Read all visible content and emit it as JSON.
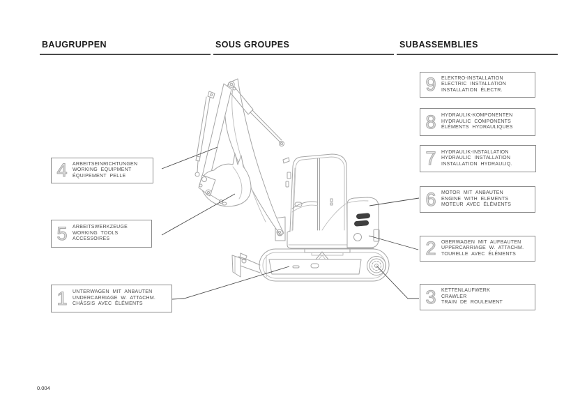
{
  "header": {
    "columns": [
      "BAUGRUPPEN",
      "SOUS GROUPES",
      "SUBASSEMBLIES"
    ]
  },
  "boxes": [
    {
      "num": "9",
      "lines": [
        "ELEKTRO-INSTALLATION",
        "ELECTRIC INSTALLATION",
        "INSTALLATION ÉLECTR."
      ]
    },
    {
      "num": "8",
      "lines": [
        "HYDRAULIK-KOMPONENTEN",
        "HYDRAULIC COMPONENTS",
        "ÉLÉMENTS HYDRAULIQUES"
      ]
    },
    {
      "num": "7",
      "lines": [
        "HYDRAULIK-INSTALLATION",
        "HYDRAULIC INSTALLATION",
        "INSTALLATION HYDRAULIQ."
      ]
    },
    {
      "num": "6",
      "lines": [
        "MOTOR MIT ANBAUTEN",
        "ENGINE WITH ELEMENTS",
        "MOTEUR AVEC ÉLÉMENTS"
      ]
    },
    {
      "num": "2",
      "lines": [
        "OBERWAGEN MIT AUFBAUTEN",
        "UPPERCARRIAGE W. ATTACHM.",
        "TOURELLE AVEC ÉLÉMENTS"
      ]
    },
    {
      "num": "3",
      "lines": [
        "KETTENLAUFWERK",
        "CRAWLER",
        "TRAIN DE ROULEMENT"
      ]
    },
    {
      "num": "4",
      "lines": [
        "ARBEITSEINRICHTUNGEN",
        "WORKING EQUIPMENT",
        "ÉQUIPEMENT PELLE"
      ]
    },
    {
      "num": "5",
      "lines": [
        "ARBEITSWERKZEUGE",
        "WORKING TOOLS",
        "ACCESSOIRES"
      ]
    },
    {
      "num": "1",
      "lines": [
        "UNTERWAGEN MIT ANBAUTEN",
        "UNDERCARRIAGE W. ATTACHM.",
        "CHÂSSIS AVEC ÉLÉMENTS"
      ]
    }
  ],
  "footer": {
    "code": "0.004"
  },
  "drawing": {
    "subject": "mini excavator side view line drawing"
  },
  "colors": {
    "line": "#a6a6a6",
    "leader": "#4d4d4d",
    "box_border": "#8c8c8c",
    "label_text": "#4d4d4d",
    "digit_outline": "#a9a9a9",
    "header_text": "#1c1c1c",
    "vent_fill": "#3f3f3f"
  }
}
